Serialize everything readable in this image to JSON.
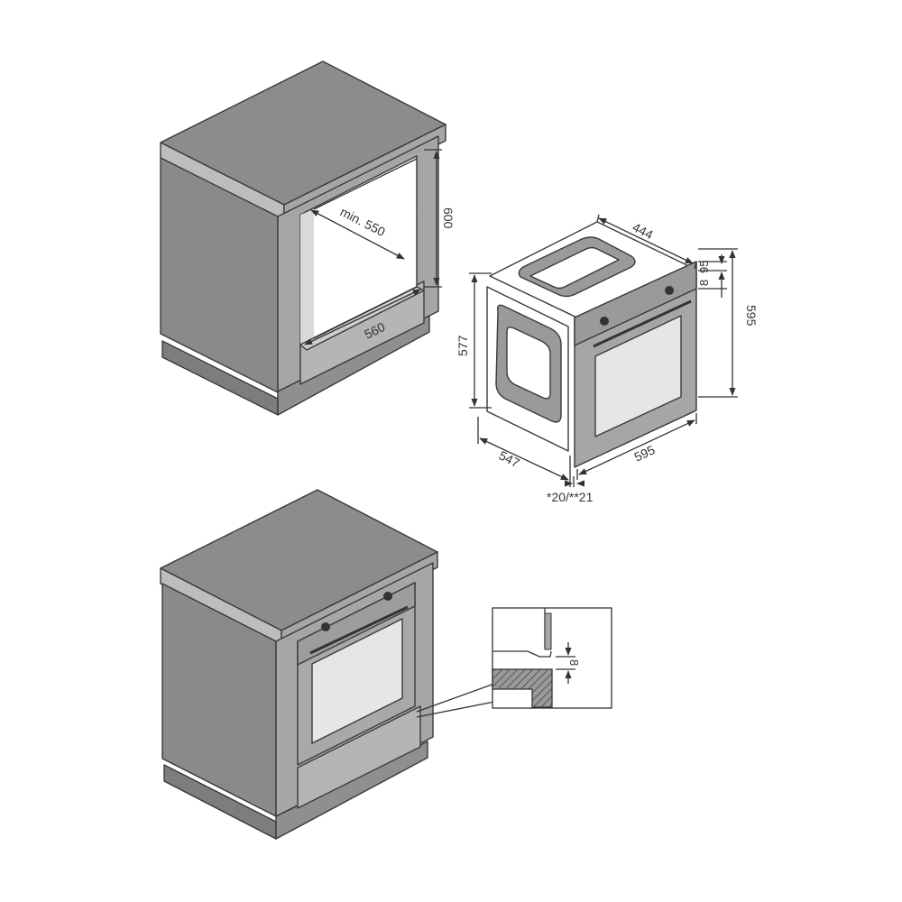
{
  "colors": {
    "worktop": "#8c8c8c",
    "side_dark": "#8a8a8a",
    "face_mid": "#a6a6a6",
    "face_light": "#bdbdbd",
    "interior": "#ffffff",
    "glass": "#e6e6e6",
    "outline": "#3a3a3a",
    "hatch": "#6e6e6e"
  },
  "niche": {
    "width": "560",
    "depth": "min. 550",
    "height": "600"
  },
  "oven": {
    "depth_top": "444",
    "panel_gap": "8",
    "panel_offset": "95",
    "height_front": "595",
    "height_body": "577",
    "depth_body": "547",
    "width_front": "595",
    "front_thickness": "*20/**21"
  },
  "detail": {
    "gap": "8"
  }
}
